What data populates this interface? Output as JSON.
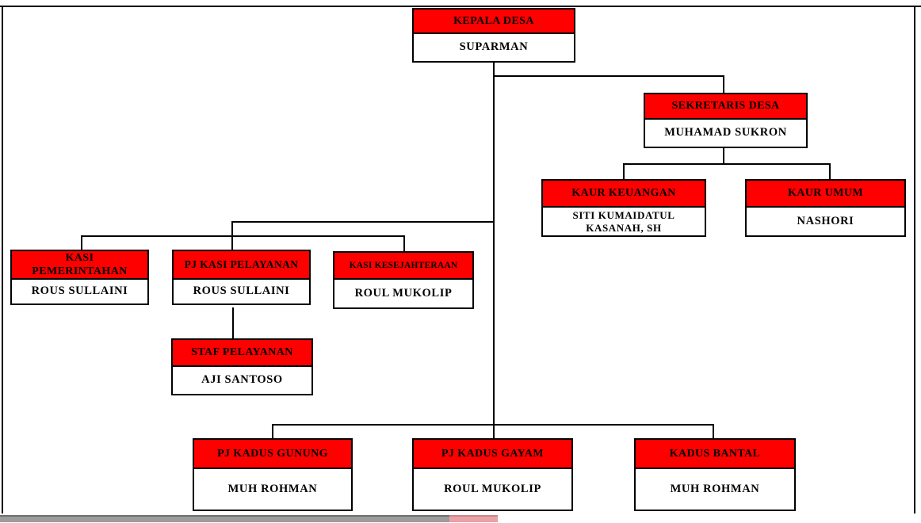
{
  "accent_color": "#fe0000",
  "line_color": "#000000",
  "org": {
    "kepala_desa": {
      "title": "KEPALA DESA",
      "name": "SUPARMAN"
    },
    "sekretaris_desa": {
      "title": "SEKRETARIS DESA",
      "name": "MUHAMAD SUKRON"
    },
    "kaur_keuangan": {
      "title": "KAUR KEUANGAN",
      "name": "SITI KUMAIDATUL KASANAH, SH"
    },
    "kaur_umum": {
      "title": "KAUR UMUM",
      "name": "NASHORI"
    },
    "kasi_pemerintahan": {
      "title": "KASI PEMERINTAHAN",
      "name": "ROUS SULLAINI"
    },
    "pj_kasi_pelayanan": {
      "title": "PJ KASI PELAYANAN",
      "name": "ROUS SULLAINI"
    },
    "kasi_kesejahteraan": {
      "title": "KASI KESEJAHTERAAN",
      "name": "ROUL MUKOLIP"
    },
    "staf_pelayanan": {
      "title": "STAF PELAYANAN",
      "name": "AJI SANTOSO"
    },
    "pj_kadus_gunung": {
      "title": "PJ KADUS GUNUNG",
      "name": "MUH ROHMAN"
    },
    "pj_kadus_gayam": {
      "title": "PJ KADUS GAYAM",
      "name": "ROUL MUKOLIP"
    },
    "kadus_bantal": {
      "title": "KADUS BANTAL",
      "name": "MUH ROHMAN"
    }
  }
}
